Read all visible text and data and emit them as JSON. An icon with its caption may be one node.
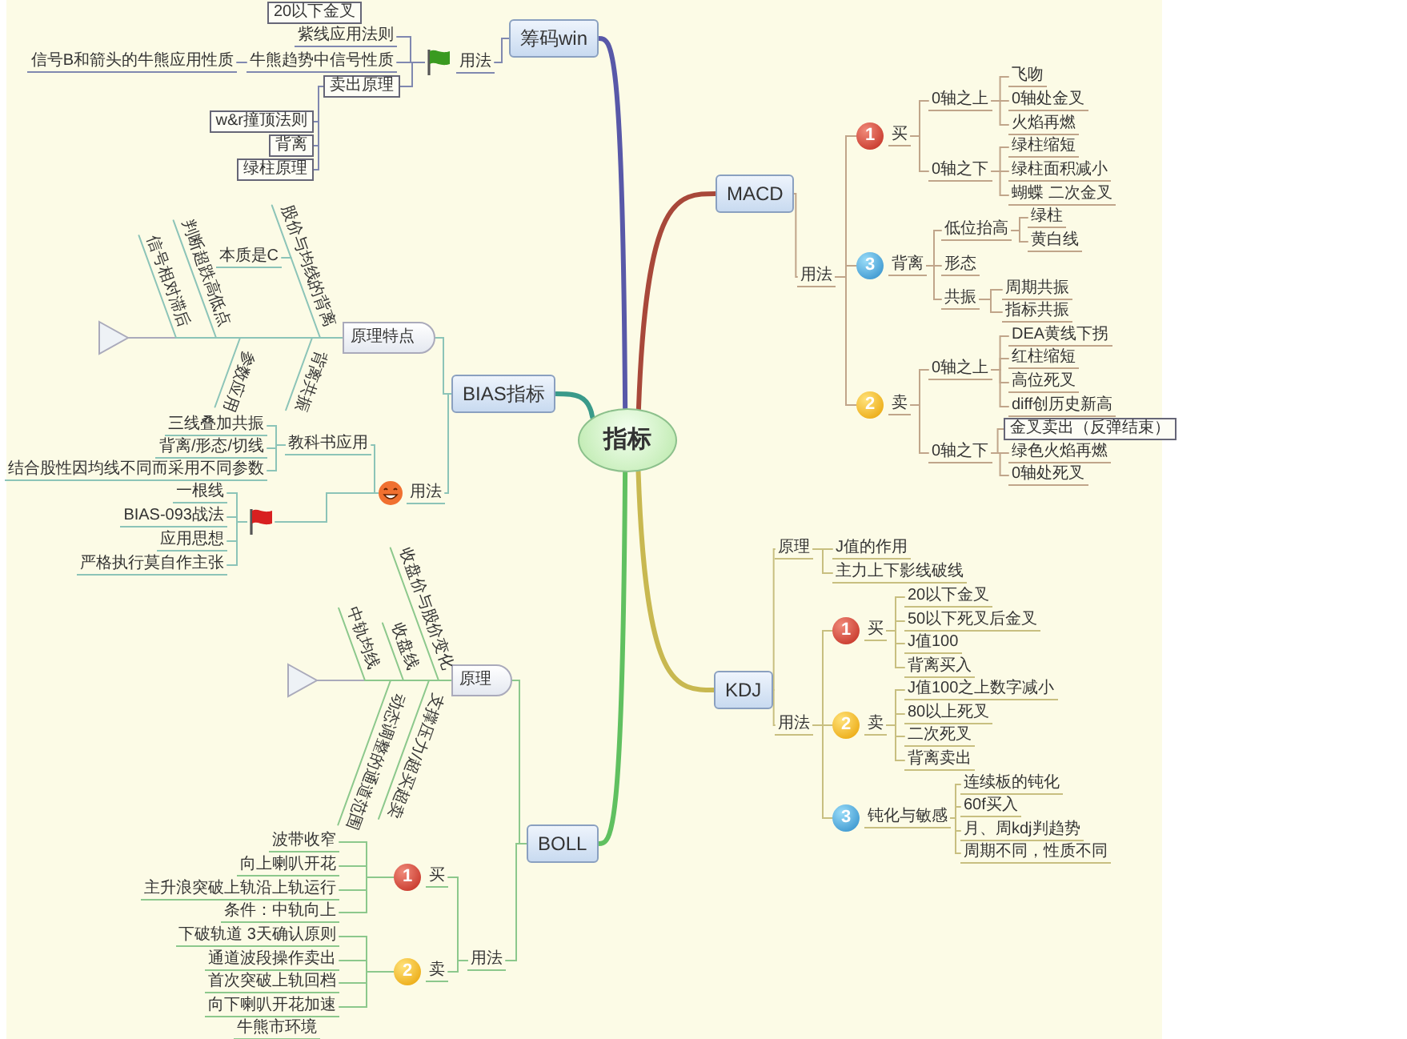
{
  "diagram": {
    "nodes": [
      {
        "text": [
          "指标"
        ]
      },
      {
        "text": [
          "筹码win"
        ]
      },
      {
        "text": [
          "用法"
        ]
      },
      {
        "text": [
          "紫线应用法则"
        ]
      },
      {
        "text": [
          "牛熊趋势中信号性质"
        ]
      },
      {
        "text": [
          "信号B和箭头的牛熊应用性质"
        ]
      },
      {
        "text": [
          "卖出原理"
        ]
      },
      {
        "text": [
          "w&r撞顶法则"
        ]
      },
      {
        "text": [
          "背离"
        ]
      },
      {
        "text": [
          "绿柱原理"
        ]
      },
      {
        "text": [
          "20以下金叉"
        ]
      },
      {
        "text": [
          "MACD"
        ]
      },
      {
        "text": [
          "用法"
        ]
      },
      {
        "text": [
          "1",
          "买"
        ]
      },
      {
        "text": [
          "0轴之上"
        ]
      },
      {
        "text": [
          "飞吻"
        ]
      },
      {
        "text": [
          "0轴处金叉"
        ]
      },
      {
        "text": [
          "火焰再燃"
        ]
      },
      {
        "text": [
          "0轴之下"
        ]
      },
      {
        "text": [
          "绿柱缩短"
        ]
      },
      {
        "text": [
          "绿柱面积减小"
        ]
      },
      {
        "text": [
          "蝴蝶 二次金叉"
        ]
      },
      {
        "text": [
          "3",
          "背离"
        ]
      },
      {
        "text": [
          "低位抬高"
        ]
      },
      {
        "text": [
          "绿柱"
        ]
      },
      {
        "text": [
          "黄白线"
        ]
      },
      {
        "text": [
          "形态"
        ]
      },
      {
        "text": [
          "共振"
        ]
      },
      {
        "text": [
          "周期共振"
        ]
      },
      {
        "text": [
          "指标共振"
        ]
      },
      {
        "text": [
          "2",
          "卖"
        ]
      },
      {
        "text": [
          "0轴之上"
        ]
      },
      {
        "text": [
          "DEA黄线下拐"
        ]
      },
      {
        "text": [
          "红柱缩短"
        ]
      },
      {
        "text": [
          "高位死叉"
        ]
      },
      {
        "text": [
          "diff创历史新高"
        ]
      },
      {
        "text": [
          "0轴之下"
        ]
      },
      {
        "text": [
          "金叉卖出（反弹结束）"
        ]
      },
      {
        "text": [
          "绿色火焰再燃"
        ]
      },
      {
        "text": [
          "0轴处死叉"
        ]
      },
      {
        "text": [
          "BIAS指标"
        ]
      },
      {
        "text": [
          "原理特点"
        ]
      },
      {
        "text": [
          "股价与均线的背离"
        ]
      },
      {
        "text": [
          "本质是C"
        ]
      },
      {
        "text": [
          "判断超跌高低点"
        ]
      },
      {
        "text": [
          "信号相对滞后"
        ]
      },
      {
        "text": [
          "参数应用"
        ]
      },
      {
        "text": [
          "背离共振"
        ]
      },
      {
        "text": [
          "用法"
        ]
      },
      {
        "text": [
          "教科书应用"
        ]
      },
      {
        "text": [
          "三线叠加共振"
        ]
      },
      {
        "text": [
          "背离/形态/切线"
        ]
      },
      {
        "text": [
          "结合股性因均线不同而采用不同参数"
        ]
      },
      {
        "text": [],
        "shape": "flag"
      },
      {
        "text": [
          "一根线"
        ]
      },
      {
        "text": [
          "BIAS-093战法"
        ]
      },
      {
        "text": [
          "应用思想"
        ]
      },
      {
        "text": [
          "严格执行莫自作主张"
        ]
      },
      {
        "text": [
          "KDJ"
        ]
      },
      {
        "text": [
          "原理"
        ]
      },
      {
        "text": [
          "J值的作用"
        ]
      },
      {
        "text": [
          "主力上下影线破线"
        ]
      },
      {
        "text": [
          "用法"
        ]
      },
      {
        "text": [
          "1",
          "买"
        ]
      },
      {
        "text": [
          "20以下金叉"
        ]
      },
      {
        "text": [
          "50以下死叉后金叉"
        ]
      },
      {
        "text": [
          "J值100"
        ]
      },
      {
        "text": [
          "背离买入"
        ]
      },
      {
        "text": [
          "2",
          "卖"
        ]
      },
      {
        "text": [
          "J值100之上数字减小"
        ]
      },
      {
        "text": [
          "80以上死叉"
        ]
      },
      {
        "text": [
          "二次死叉"
        ]
      },
      {
        "text": [
          "背离卖出"
        ]
      },
      {
        "text": [
          "3",
          "钝化与敏感"
        ]
      },
      {
        "text": [
          "连续板的钝化"
        ]
      },
      {
        "text": [
          "60f买入"
        ]
      },
      {
        "text": [
          "月、周kdj判趋势"
        ]
      },
      {
        "text": [
          "周期不同，性质不同"
        ]
      },
      {
        "text": [
          "BOLL"
        ]
      },
      {
        "text": [
          "原理"
        ]
      },
      {
        "text": [
          "中轨均线"
        ]
      },
      {
        "text": [
          "收盘线"
        ]
      },
      {
        "text": [
          "收盘价与股价变化"
        ]
      },
      {
        "text": [
          "动态调整的通道范围"
        ]
      },
      {
        "text": [
          "支撑压力/超买超卖"
        ]
      },
      {
        "text": [
          "用法"
        ]
      },
      {
        "text": [
          "1",
          "买"
        ]
      },
      {
        "text": [
          "波带收窄"
        ]
      },
      {
        "text": [
          "向上喇叭开花"
        ]
      },
      {
        "text": [
          "主升浪突破上轨沿上轨运行"
        ]
      },
      {
        "text": [
          "条件：中轨向上"
        ]
      },
      {
        "text": [
          "2",
          "卖"
        ]
      },
      {
        "text": [
          "下破轨道 3天确认原则"
        ]
      },
      {
        "text": [
          "通道波段操作卖出"
        ]
      },
      {
        "text": [
          "首次突破上轨回档"
        ]
      },
      {
        "text": [
          "向下喇叭开花加速"
        ]
      },
      {
        "text": [
          "牛熊市环境"
        ]
      }
    ],
    "edges": [
      {
        "from": 0,
        "to": 1,
        "arrow": "none",
        "style": "thick",
        "color": "#5858a8"
      },
      {
        "from": 1,
        "to": 2,
        "arrow": "none",
        "color": "#8088b0"
      },
      {
        "from": 2,
        "to": 3,
        "arrow": "none",
        "color": "#8088b0"
      },
      {
        "from": 2,
        "to": 4,
        "arrow": "none",
        "color": "#8088b0"
      },
      {
        "from": 4,
        "to": 5,
        "arrow": "none",
        "color": "#8088b0"
      },
      {
        "from": 2,
        "to": 6,
        "arrow": "none",
        "color": "#8088b0"
      },
      {
        "from": 6,
        "to": 7,
        "arrow": "none",
        "color": "#8088b0"
      },
      {
        "from": 6,
        "to": 8,
        "arrow": "none",
        "color": "#8088b0"
      },
      {
        "from": 6,
        "to": 9,
        "arrow": "none",
        "color": "#8088b0"
      },
      {
        "from": 0,
        "to": 11,
        "arrow": "none",
        "style": "thick",
        "color": "#a8483a"
      },
      {
        "from": 11,
        "to": 12,
        "arrow": "none"
      },
      {
        "from": 12,
        "to": 13,
        "arrow": "none"
      },
      {
        "from": 13,
        "to": 14,
        "arrow": "none"
      },
      {
        "from": 14,
        "to": 15,
        "arrow": "none"
      },
      {
        "from": 14,
        "to": 16,
        "arrow": "none"
      },
      {
        "from": 14,
        "to": 17,
        "arrow": "none"
      },
      {
        "from": 13,
        "to": 18,
        "arrow": "none"
      },
      {
        "from": 18,
        "to": 19,
        "arrow": "none"
      },
      {
        "from": 18,
        "to": 20,
        "arrow": "none"
      },
      {
        "from": 18,
        "to": 21,
        "arrow": "none"
      },
      {
        "from": 12,
        "to": 22,
        "arrow": "none"
      },
      {
        "from": 22,
        "to": 23,
        "arrow": "none"
      },
      {
        "from": 23,
        "to": 24,
        "arrow": "none"
      },
      {
        "from": 23,
        "to": 25,
        "arrow": "none"
      },
      {
        "from": 22,
        "to": 26,
        "arrow": "none"
      },
      {
        "from": 22,
        "to": 27,
        "arrow": "none"
      },
      {
        "from": 27,
        "to": 28,
        "arrow": "none"
      },
      {
        "from": 27,
        "to": 29,
        "arrow": "none"
      },
      {
        "from": 12,
        "to": 30,
        "arrow": "none"
      },
      {
        "from": 30,
        "to": 31,
        "arrow": "none"
      },
      {
        "from": 31,
        "to": 32,
        "arrow": "none"
      },
      {
        "from": 31,
        "to": 33,
        "arrow": "none"
      },
      {
        "from": 31,
        "to": 34,
        "arrow": "none"
      },
      {
        "from": 31,
        "to": 35,
        "arrow": "none"
      },
      {
        "from": 30,
        "to": 36,
        "arrow": "none"
      },
      {
        "from": 36,
        "to": 37,
        "arrow": "none"
      },
      {
        "from": 36,
        "to": 38,
        "arrow": "none"
      },
      {
        "from": 36,
        "to": 39,
        "arrow": "none"
      },
      {
        "from": 0,
        "to": 40,
        "arrow": "none",
        "style": "thick",
        "color": "#3a9a8a"
      },
      {
        "from": 40,
        "to": 41,
        "arrow": "none",
        "color": "#8cc4b8"
      },
      {
        "from": 41,
        "to": 42,
        "arrow": "none",
        "color": "#8cc4b8"
      },
      {
        "from": 42,
        "to": 43,
        "arrow": "none",
        "color": "#8cc4b8"
      },
      {
        "from": 41,
        "to": 44,
        "arrow": "none",
        "color": "#8cc4b8"
      },
      {
        "from": 41,
        "to": 45,
        "arrow": "none",
        "color": "#8cc4b8"
      },
      {
        "from": 41,
        "to": 46,
        "arrow": "none",
        "color": "#8cc4b8"
      },
      {
        "from": 41,
        "to": 47,
        "arrow": "none",
        "color": "#8cc4b8"
      },
      {
        "from": 40,
        "to": 48,
        "arrow": "none",
        "color": "#8cc4b8"
      },
      {
        "from": 48,
        "to": 49,
        "arrow": "none",
        "color": "#8cc4b8"
      },
      {
        "from": 49,
        "to": 50,
        "arrow": "none",
        "color": "#8cc4b8"
      },
      {
        "from": 49,
        "to": 51,
        "arrow": "none",
        "color": "#8cc4b8"
      },
      {
        "from": 49,
        "to": 52,
        "arrow": "none",
        "color": "#8cc4b8"
      },
      {
        "from": 48,
        "to": 53,
        "arrow": "none",
        "color": "#8cc4b8"
      },
      {
        "from": 53,
        "to": 54,
        "arrow": "none",
        "color": "#8cc4b8"
      },
      {
        "from": 53,
        "to": 55,
        "arrow": "none",
        "color": "#8cc4b8"
      },
      {
        "from": 53,
        "to": 56,
        "arrow": "none",
        "color": "#8cc4b8"
      },
      {
        "from": 53,
        "to": 57,
        "arrow": "none",
        "color": "#8cc4b8"
      },
      {
        "from": 0,
        "to": 58,
        "arrow": "none",
        "style": "thick",
        "color": "#c8b850"
      },
      {
        "from": 58,
        "to": 59,
        "arrow": "none",
        "color": "#c8bf80"
      },
      {
        "from": 59,
        "to": 60,
        "arrow": "none",
        "color": "#c8bf80"
      },
      {
        "from": 59,
        "to": 61,
        "arrow": "none",
        "color": "#c8bf80"
      },
      {
        "from": 58,
        "to": 62,
        "arrow": "none",
        "color": "#c8bf80"
      },
      {
        "from": 62,
        "to": 63,
        "arrow": "none",
        "color": "#c8bf80"
      },
      {
        "from": 63,
        "to": 64,
        "arrow": "none",
        "color": "#c8bf80"
      },
      {
        "from": 63,
        "to": 65,
        "arrow": "none",
        "color": "#c8bf80"
      },
      {
        "from": 63,
        "to": 66,
        "arrow": "none",
        "color": "#c8bf80"
      },
      {
        "from": 63,
        "to": 67,
        "arrow": "none",
        "color": "#c8bf80"
      },
      {
        "from": 62,
        "to": 68,
        "arrow": "none",
        "color": "#c8bf80"
      },
      {
        "from": 68,
        "to": 69,
        "arrow": "none",
        "color": "#c8bf80"
      },
      {
        "from": 68,
        "to": 70,
        "arrow": "none",
        "color": "#c8bf80"
      },
      {
        "from": 68,
        "to": 71,
        "arrow": "none",
        "color": "#c8bf80"
      },
      {
        "from": 68,
        "to": 72,
        "arrow": "none",
        "color": "#c8bf80"
      },
      {
        "from": 62,
        "to": 73,
        "arrow": "none",
        "color": "#c8bf80"
      },
      {
        "from": 73,
        "to": 74,
        "arrow": "none",
        "color": "#c8bf80"
      },
      {
        "from": 73,
        "to": 75,
        "arrow": "none",
        "color": "#c8bf80"
      },
      {
        "from": 73,
        "to": 76,
        "arrow": "none",
        "color": "#c8bf80"
      },
      {
        "from": 73,
        "to": 77,
        "arrow": "none",
        "color": "#c8bf80"
      },
      {
        "from": 0,
        "to": 78,
        "arrow": "none",
        "style": "thick",
        "color": "#60c060"
      },
      {
        "from": 78,
        "to": 79,
        "arrow": "none",
        "color": "#8cc88c"
      },
      {
        "from": 79,
        "to": 80,
        "arrow": "none",
        "color": "#8cc88c"
      },
      {
        "from": 79,
        "to": 81,
        "arrow": "none",
        "color": "#8cc88c"
      },
      {
        "from": 79,
        "to": 82,
        "arrow": "none",
        "color": "#8cc88c"
      },
      {
        "from": 79,
        "to": 83,
        "arrow": "none",
        "color": "#8cc88c"
      },
      {
        "from": 79,
        "to": 84,
        "arrow": "none",
        "color": "#8cc88c"
      },
      {
        "from": 78,
        "to": 85,
        "arrow": "none",
        "color": "#8cc88c"
      },
      {
        "from": 85,
        "to": 86,
        "arrow": "none",
        "color": "#8cc88c"
      },
      {
        "from": 86,
        "to": 87,
        "arrow": "none",
        "color": "#8cc88c"
      },
      {
        "from": 86,
        "to": 88,
        "arrow": "none",
        "color": "#8cc88c"
      },
      {
        "from": 86,
        "to": 89,
        "arrow": "none",
        "color": "#8cc88c"
      },
      {
        "from": 86,
        "to": 90,
        "arrow": "none",
        "color": "#8cc88c"
      },
      {
        "from": 85,
        "to": 91,
        "arrow": "none",
        "color": "#8cc88c"
      },
      {
        "from": 91,
        "to": 92,
        "arrow": "none",
        "color": "#8cc88c"
      },
      {
        "from": 91,
        "to": 93,
        "arrow": "none",
        "color": "#8cc88c"
      },
      {
        "from": 91,
        "to": 94,
        "arrow": "none",
        "color": "#8cc88c"
      },
      {
        "from": 91,
        "to": 95,
        "arrow": "none",
        "color": "#8cc88c"
      }
    ]
  }
}
